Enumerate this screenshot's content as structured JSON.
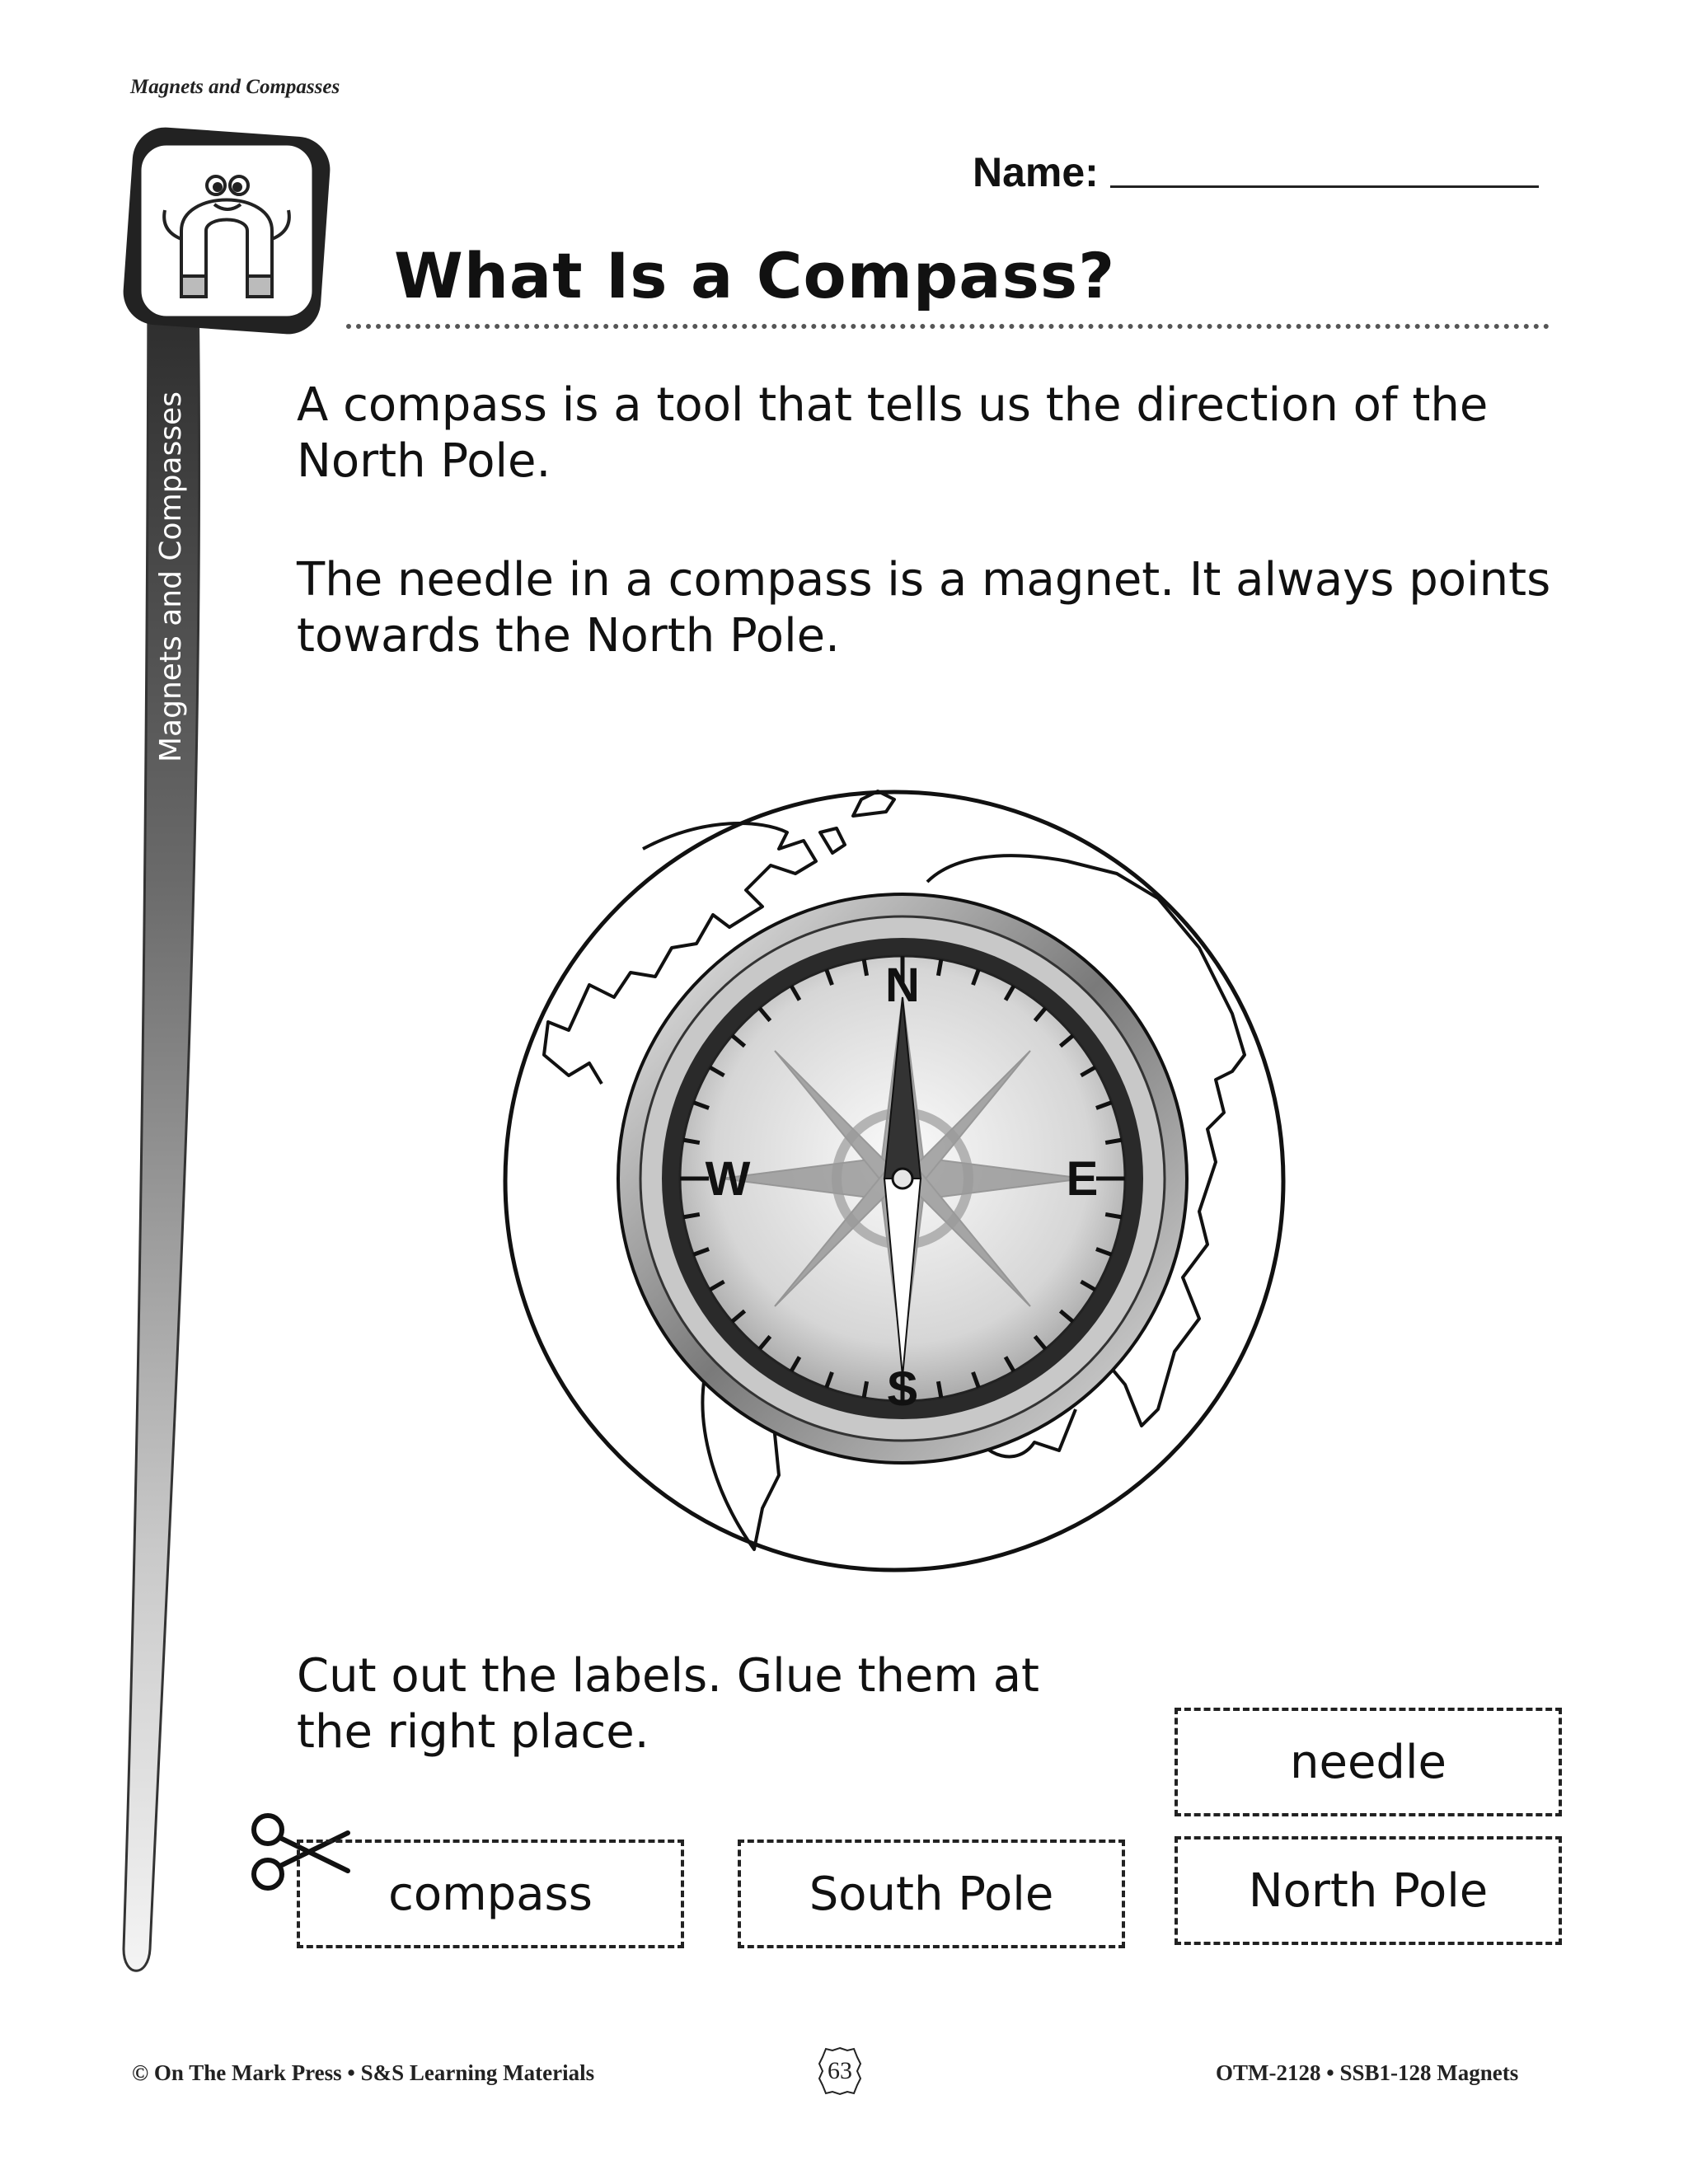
{
  "header": {
    "series": "Magnets and Compasses"
  },
  "sidebar": {
    "text": "Magnets and Compasses",
    "mascot_icon": "magnet-mascot-icon"
  },
  "name_field": {
    "label": "Name:",
    "value": ""
  },
  "title": "What Is a Compass?",
  "paragraphs": [
    "A compass is a tool that tells us the direction of the North Pole.",
    "The needle in a compass is a magnet. It always points towards the North Pole."
  ],
  "compass": {
    "n": "N",
    "e": "E",
    "s": "S",
    "w": "W"
  },
  "instruction": "Cut out the labels. Glue them at the right place.",
  "labels": {
    "needle": "needle",
    "compass": "compass",
    "south": "South Pole",
    "north": "North Pole"
  },
  "footer": {
    "left": "© On The Mark Press • S&S Learning Materials",
    "page": "63",
    "right": "OTM-2128 • SSB1-128 Magnets"
  }
}
